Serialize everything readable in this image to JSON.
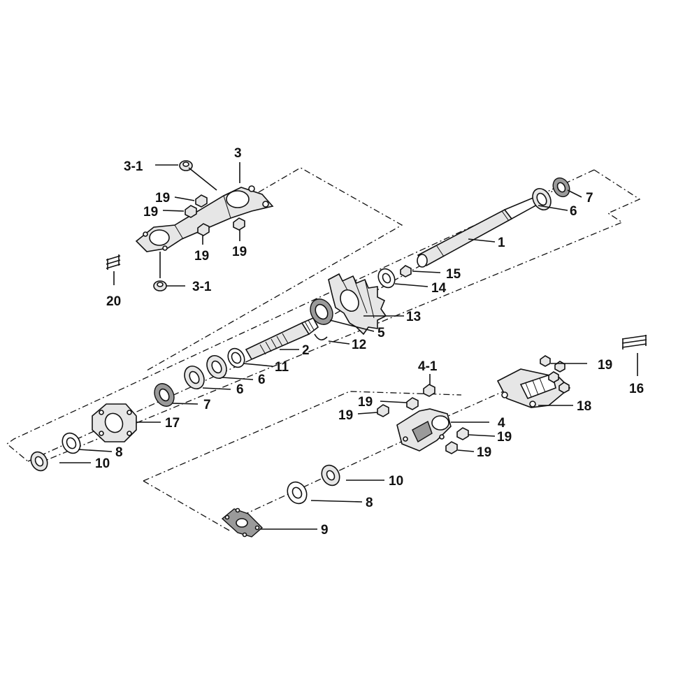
{
  "callouts": {
    "c1": "1",
    "c2": "2",
    "c3": "3",
    "c3_1a": "3-1",
    "c3_1b": "3-1",
    "c4": "4",
    "c4_1": "4-1",
    "c5": "5",
    "c6a": "6",
    "c6b": "6",
    "c6c": "6",
    "c7a": "7",
    "c7b": "7",
    "c8a": "8",
    "c8b": "8",
    "c9": "9",
    "c10a": "10",
    "c10b": "10",
    "c11": "11",
    "c12": "12",
    "c13": "13",
    "c14": "14",
    "c15": "15",
    "c16": "16",
    "c17": "17",
    "c18": "18",
    "c19a": "19",
    "c19b": "19",
    "c19c": "19",
    "c19d": "19",
    "c19e": "19",
    "c19f": "19",
    "c19g": "19",
    "c19h": "19",
    "c19i": "19",
    "c20": "20"
  }
}
